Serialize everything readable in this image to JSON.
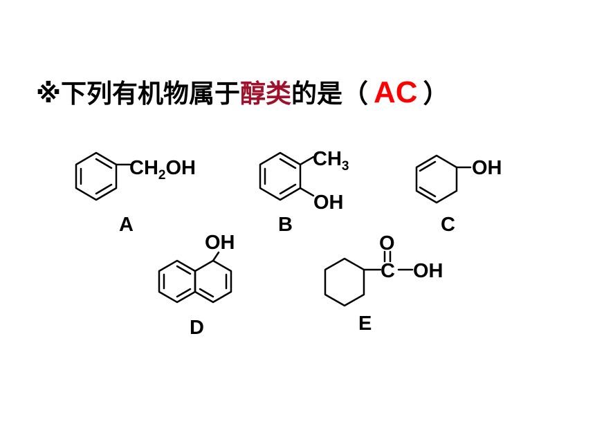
{
  "question": {
    "prefix": "※下列有机物属于",
    "highlight": "醇类",
    "middle": "的是（",
    "answer": "AC",
    "suffix": "）"
  },
  "molecules": {
    "a": {
      "label": "A",
      "group": "CH",
      "sub": "2",
      "tail": "OH"
    },
    "b": {
      "label": "B",
      "group_top": "CH",
      "sub_top": "3",
      "group_bottom": "OH"
    },
    "c": {
      "label": "C",
      "group": "OH"
    },
    "d": {
      "label": "D",
      "group": "OH"
    },
    "e": {
      "label": "E",
      "carbonyl_o": "O",
      "carbon": "C",
      "group": "OH"
    }
  },
  "colors": {
    "highlight": "#a0102a",
    "answer": "#ff0000",
    "text": "#000000"
  }
}
